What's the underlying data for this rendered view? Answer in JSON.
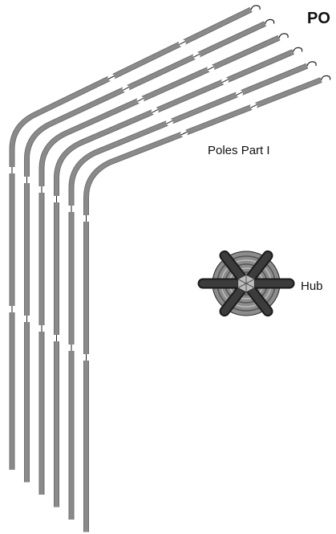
{
  "title": "PO",
  "labels": {
    "poles": "Poles Part I",
    "hub": "Hub"
  },
  "pole_count": 6,
  "colors": {
    "pole_fill": "#8a8a8a",
    "pole_edge": "#6f6f6f",
    "hub_dark": "#3c3c3c",
    "hub_mid": "#8c8c8c",
    "hub_light": "#bdbdbd",
    "text": "#111111"
  },
  "icons": {
    "hub": "tent-hub-icon",
    "pole_tip": "pole-tip-icon"
  }
}
